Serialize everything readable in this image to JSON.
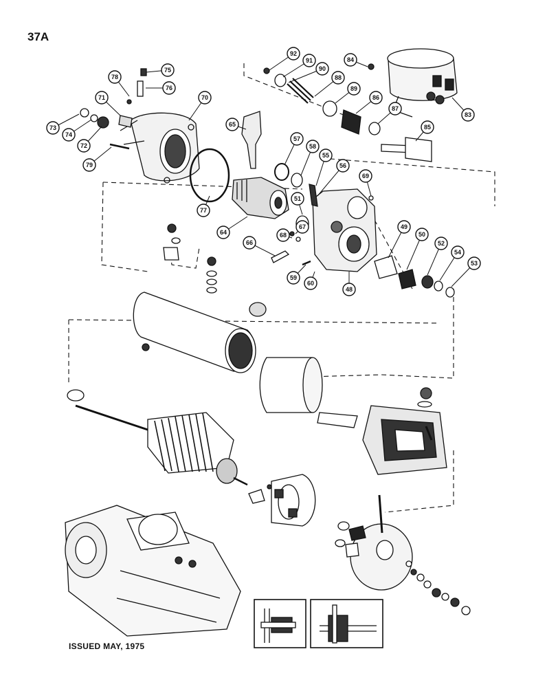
{
  "page": {
    "number": "37A",
    "issued": "ISSUED MAY, 1975"
  },
  "callouts": [
    {
      "id": "75",
      "label": "75"
    },
    {
      "id": "76",
      "label": "76"
    },
    {
      "id": "78",
      "label": "78"
    },
    {
      "id": "71",
      "label": "71"
    },
    {
      "id": "70",
      "label": "70"
    },
    {
      "id": "73",
      "label": "73"
    },
    {
      "id": "74",
      "label": "74"
    },
    {
      "id": "72",
      "label": "72"
    },
    {
      "id": "79",
      "label": "79"
    },
    {
      "id": "77",
      "label": "77"
    },
    {
      "id": "65",
      "label": "65"
    },
    {
      "id": "64",
      "label": "64"
    },
    {
      "id": "92",
      "label": "92"
    },
    {
      "id": "91",
      "label": "91"
    },
    {
      "id": "90",
      "label": "90"
    },
    {
      "id": "88",
      "label": "88"
    },
    {
      "id": "89",
      "label": "89"
    },
    {
      "id": "84",
      "label": "84"
    },
    {
      "id": "86",
      "label": "86"
    },
    {
      "id": "87",
      "label": "87"
    },
    {
      "id": "83",
      "label": "83"
    },
    {
      "id": "85",
      "label": "85"
    },
    {
      "id": "57",
      "label": "57"
    },
    {
      "id": "58",
      "label": "58"
    },
    {
      "id": "55",
      "label": "55"
    },
    {
      "id": "56",
      "label": "56"
    },
    {
      "id": "69",
      "label": "69"
    },
    {
      "id": "51",
      "label": "51"
    },
    {
      "id": "67",
      "label": "67"
    },
    {
      "id": "68",
      "label": "68"
    },
    {
      "id": "66",
      "label": "66"
    },
    {
      "id": "59",
      "label": "59"
    },
    {
      "id": "60",
      "label": "60"
    },
    {
      "id": "48",
      "label": "48"
    },
    {
      "id": "49",
      "label": "49"
    },
    {
      "id": "50",
      "label": "50"
    },
    {
      "id": "52",
      "label": "52"
    },
    {
      "id": "54",
      "label": "54"
    },
    {
      "id": "53",
      "label": "53"
    }
  ],
  "colors": {
    "ink": "#111111",
    "paper": "#ffffff",
    "shade": "#555555"
  }
}
